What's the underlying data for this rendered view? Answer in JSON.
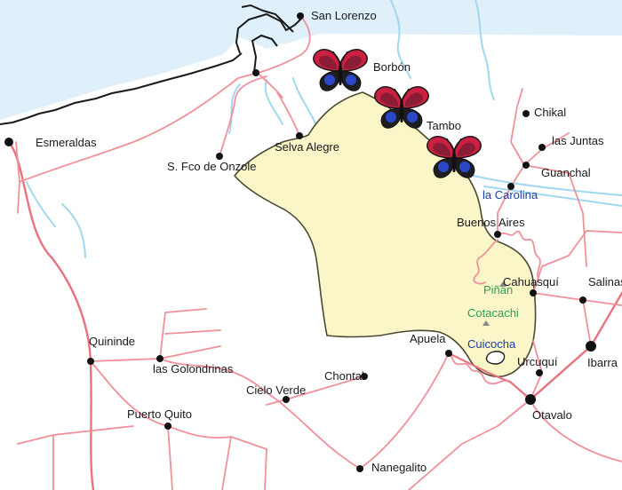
{
  "colors": {
    "sea": "#dff0fb",
    "river": "#9fd8f0",
    "road": "#f0909a",
    "road_major": "#e8727e",
    "reserve_fill": "#fbf6c8",
    "reserve_stroke": "#4a4a32",
    "coast": "#1a1a1a",
    "town": "#111111",
    "label_blue": "#1a3ea8",
    "label_green": "#2aa05a"
  },
  "icons": {
    "butterfly": "butterfly-icon",
    "town": "town-dot-icon",
    "peak": "peak-triangle-icon"
  },
  "places": {
    "san_lorenzo": "San Lorenzo",
    "borbon": "Borbón",
    "esmeraldas": "Esmeraldas",
    "selva_alegre": "Selva Alegre",
    "s_fco_onzole": "S. Fco de Onzole",
    "tambo": "Tambo",
    "chikal": "Chikal",
    "las_juntas": "las Juntas",
    "guanchal": "Guanchal",
    "la_carolina": "la Carolina",
    "buenos_aires": "Buenos Aires",
    "pinan": "Piñan",
    "cahuasqui": "Cahuasquí",
    "salinas": "Salinas",
    "cotacachi": "Cotacachi",
    "cuicocha": "Cuicocha",
    "apuela": "Apuela",
    "urcuqui": "Urcuquí",
    "ibarra": "Ibarra",
    "otavalo": "Otavalo",
    "quininde": "Quininde",
    "las_golondrinas": "las Golondrinas",
    "chontal": "Chontal",
    "cielo_verde": "Cielo Verde",
    "puerto_quito": "Puerto Quito",
    "nanegalito": "Nanegalito"
  }
}
